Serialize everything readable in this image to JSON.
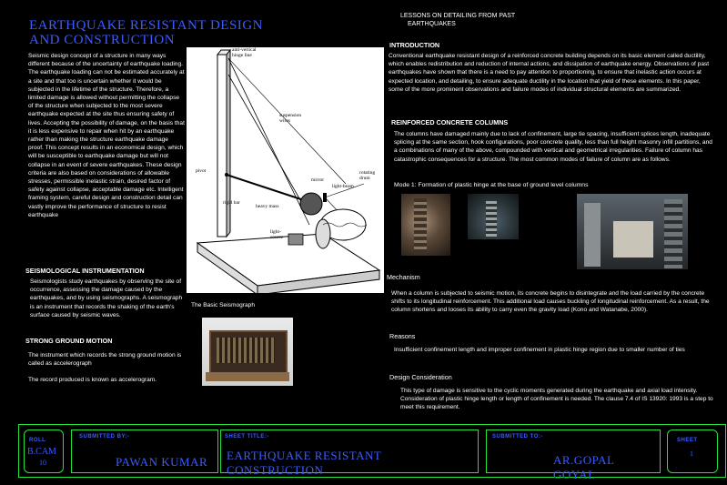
{
  "left": {
    "title_line1": "EARTHQUAKE RESISTANT DESIGN",
    "title_line2": "AND CONSTRUCTION",
    "intro_paragraph": "Seismic design concept of a structure in many ways different because of the uncertainty of earthquake loading. The earthquake loading can not be estimated accurately at a site and that too is uncertain whether it would be subjected in the lifetime of the structure. Therefore, a limited damage is allowed without permitting the collapse of the structure when subjected to the most severe earthquake expected at the site thus ensuring safety of lives. Accepting the possibility of damage, on the basis that it is less expensive to repair when hit by an earthquake rather than making the structure earthquake damage proof. This concept results in an economical design, which will be susceptible to earthquake damage but will not collapse in an event of severe earthquakes. These design criteria are also based on considerations of allowable stresses, permissible inelastic strain, desired factor of safety against collapse, acceptable damage etc. Intelligent framing system, careful design and construction detail can vastly improve the performance of structure to resist earthquake",
    "seismo_heading": "SEISMOLOGICAL INSTRUMENTATION",
    "seismo_paragraph": "Seismologists study earthquakes by observing the site of occurrence, assessing the damage caused by the earthquakes, and by using seismographs. A seismograph is an instrument that records the shaking of the earth's surface caused by seismic waves.",
    "strong_heading": "STRONG GROUND MOTION",
    "strong_paragraph": "The instrument which records the strong ground motion is called as accelerograph",
    "record_paragraph": "The record produced is known as accelerogram.",
    "diagram_caption": "The Basic Seismograph",
    "diagram_labels": {
      "hinge": "anti-vertical hinge line",
      "suspension": "suspension wires",
      "pivot": "pivot",
      "rigid_bar": "rigid bar",
      "heavy_mass": "heavy mass",
      "mirror": "mirror",
      "light_beam": "light-beam",
      "rotating_drum": "rotating drum",
      "light_source": "light-source"
    }
  },
  "right": {
    "lessons_line1": "LESSONS ON DETAILING FROM PAST",
    "lessons_line2": "EARTHQUAKES",
    "intro_heading": "INTRODUCTION",
    "intro_paragraph": "Conventional earthquake resistant design of a reinforced concrete building depends on its basic element called ductility, which enables redistribution and reduction of internal actions, and dissipation of earthquake energy. Observations of past earthquakes have shown that there is a need to pay attention to proportioning, to ensure that inelastic action occurs at expected location, and detailing, to ensure adequate ductility in the location that yield of these elements. In this paper, some of the more prominent observations and failure modes of individual structural elements are summarized.",
    "columns_heading": "REINFORCED CONCRETE COLUMNS",
    "columns_paragraph": "The columns have damaged mainly due to lack of confinement, large tie spacing, insufficient splices length, inadequate splicing at the same section, hook configurations, poor concrete quality, less than full height masonry infill partitions, and a combinations of many of the above, compounded with vertical and geometrical irregularities. Failure of column has catastrophic consequences for a structure. The most common modes of failure of column are as follows.",
    "mode_heading": "Mode 1: Formation of plastic hinge at the base of ground level columns",
    "mechanism_heading": "Mechanism",
    "mechanism_paragraph": "When a column is subjected to seismic motion, its concrete begins to disintegrate and the load carried by the concrete shifts to its longitudinal reinforcement. This additional load causes buckling of longitudinal reinforcement. As a result, the column shortens and looses its ability to carry even the gravity load (Kono and Watanabe, 2000).",
    "reasons_heading": "Reasons",
    "reasons_paragraph": "Insufficient confinement length and improper confinement in plastic hinge region due to smaller number of ties",
    "design_heading": "Design Consideration",
    "design_paragraph": "This type of damage is sensitive to the cyclic moments generated during the earthquake and axial load intensity. Consideration of plastic hinge length or length of confinement is needed. The clause 7.4 of IS 13920: 1993 is a step to meet this requirement."
  },
  "title_block": {
    "roll_label": "ROLL",
    "roll_value1": "B.CAM",
    "roll_value2": "10",
    "submitted_by_label": "SUBMITTED BY:-",
    "submitted_by_value": "PAWAN KUMAR",
    "sheet_title_label": "SHEET TITLE:-",
    "sheet_title_value": "EARTHQUAKE RESISTANT CONSTRUCTION",
    "submitted_to_label": "SUBMITTED TO:-",
    "submitted_to_value": "AR.GOPAL GOYAL",
    "sheet_label": "SHEET",
    "sheet_value": "1"
  },
  "colors": {
    "background": "#000000",
    "title_blue": "#3c5cff",
    "frame_green": "#27e03a",
    "text": "#ffffff"
  }
}
